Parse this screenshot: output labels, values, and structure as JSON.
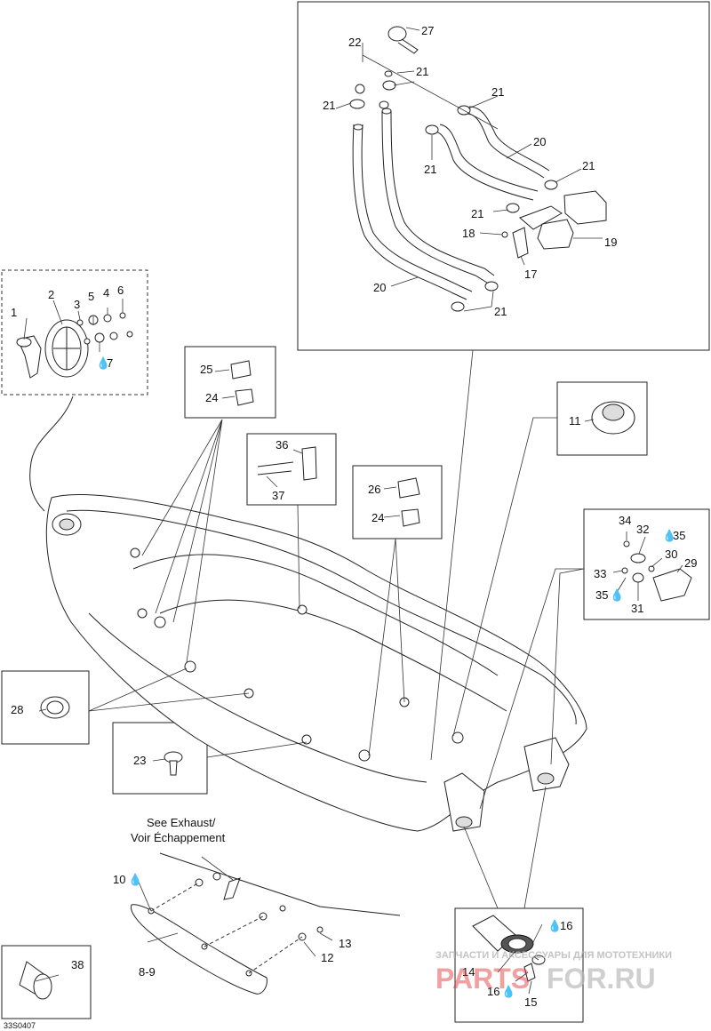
{
  "callouts": {
    "c1": "1",
    "c2": "2",
    "c3": "3",
    "c4": "4",
    "c5": "5",
    "c6": "6",
    "c7": "7",
    "c8_9": "8-9",
    "c10": "10",
    "c11": "11",
    "c12": "12",
    "c13": "13",
    "c14": "14",
    "c15": "15",
    "c16a": "16",
    "c16b": "16",
    "c17": "17",
    "c18": "18",
    "c19": "19",
    "c20a": "20",
    "c20b": "20",
    "c21a": "21",
    "c21b": "21",
    "c21c": "21",
    "c21d": "21",
    "c21e": "21",
    "c21f": "21",
    "c21g": "21",
    "c22": "22",
    "c23": "23",
    "c24a": "24",
    "c24b": "24",
    "c25": "25",
    "c26": "26",
    "c27": "27",
    "c28": "28",
    "c29": "29",
    "c30": "30",
    "c31": "31",
    "c32": "32",
    "c33": "33",
    "c34": "34",
    "c35a": "35",
    "c35b": "35",
    "c36": "36",
    "c37": "37",
    "c38": "38"
  },
  "note": {
    "line1": "See Exhaust/",
    "line2": "Voir Échappement"
  },
  "drawing_code": "33S0407",
  "watermark": {
    "tagline": "ЗАПЧАСТИ И АКСЕССУАРЫ ДЛЯ МОТОТЕХНИКИ",
    "brand_left": "PARTS",
    "brand_right": "FOR.RU"
  },
  "colors": {
    "watermark_red": "#e0343a",
    "watermark_grey": "#b9b9b9",
    "line": "#222222"
  }
}
